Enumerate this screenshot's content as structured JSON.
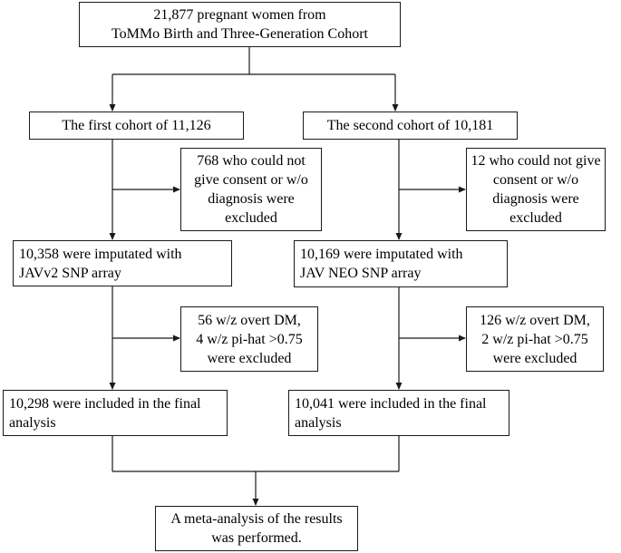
{
  "flowchart": {
    "line_color": "#1a1a1a",
    "box_border_color": "#1a1a1a",
    "background": "#ffffff",
    "source": {
      "line1": "21,877 pregnant women from",
      "line2": "ToMMo Birth and Three-Generation Cohort"
    },
    "cohort1": {
      "title": "The first cohort of 11,126",
      "exclusion1": {
        "line1": "768 who could not",
        "line2": "give consent or w/o",
        "line3": "diagnosis were",
        "line4": "excluded"
      },
      "imputed": {
        "line1": "10,358 were imputated with",
        "line2": "JAVv2 SNP array"
      },
      "exclusion2": {
        "line1": "56 w/z overt DM,",
        "line2": "4 w/z pi-hat >0.75",
        "line3": "were excluded"
      },
      "final": {
        "line1": "10,298 were included in the final",
        "line2": "analysis"
      }
    },
    "cohort2": {
      "title": "The second cohort of 10,181",
      "exclusion1": {
        "line1": "12 who could not give",
        "line2": "consent or w/o",
        "line3": "diagnosis were",
        "line4": "excluded"
      },
      "imputed": {
        "line1": "10,169 were imputated with",
        "line2": "JAV NEO SNP array"
      },
      "exclusion2": {
        "line1": "126 w/z overt DM,",
        "line2": "2 w/z pi-hat >0.75",
        "line3": "were excluded"
      },
      "final": {
        "line1": "10,041 were included in the final",
        "line2": "analysis"
      }
    },
    "meta": {
      "line1": "A meta-analysis of the results",
      "line2": "was performed."
    }
  }
}
